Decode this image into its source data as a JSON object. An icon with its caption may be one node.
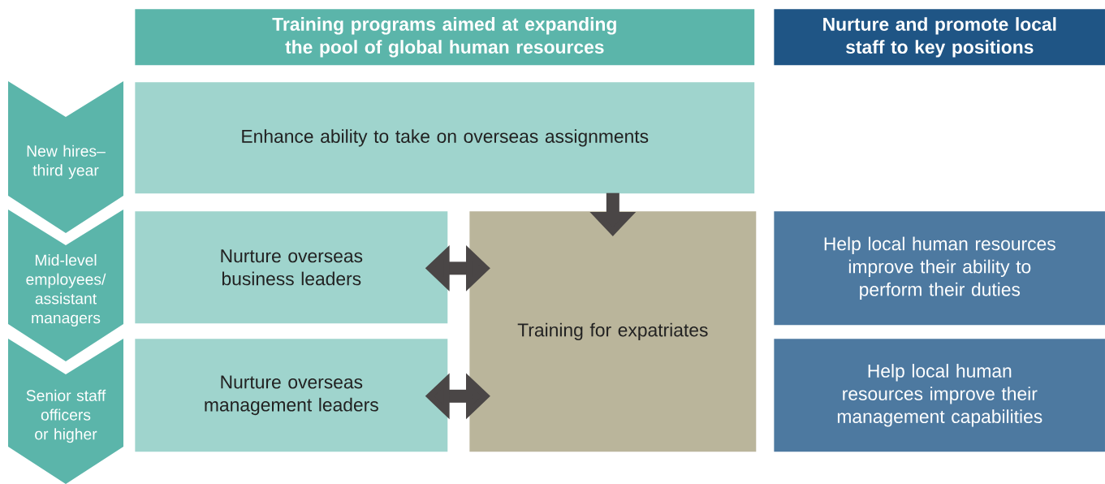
{
  "diagram": {
    "nodes": [
      {
        "text": [
          "Training programs aimed at expanding the pool of global human resources"
        ]
      },
      {
        "text": [
          "Nurture and promote local staff to key positions"
        ]
      },
      {
        "text": [
          "New hires–third year"
        ]
      },
      {
        "text": [
          "Mid-level employees/ assistant managers"
        ]
      },
      {
        "text": [
          "Senior staff officers or higher"
        ]
      },
      {
        "text": [
          "Enhance ability to take on overseas assignments"
        ]
      },
      {
        "text": [
          "Nurture overseas business leaders"
        ]
      },
      {
        "text": [
          "Nurture overseas management leaders"
        ]
      },
      {
        "text": [
          "Training for expatriates"
        ]
      },
      {
        "text": [
          "Help local human resources improve their ability to perform their duties"
        ]
      },
      {
        "text": [
          "Help local human resources improve their management capabilities"
        ]
      }
    ],
    "edges": [
      {
        "from": 5,
        "to": 8,
        "arrow": "to"
      },
      {
        "from": 6,
        "to": 8,
        "arrow": "both"
      },
      {
        "from": 7,
        "to": 8,
        "arrow": "both"
      }
    ]
  }
}
